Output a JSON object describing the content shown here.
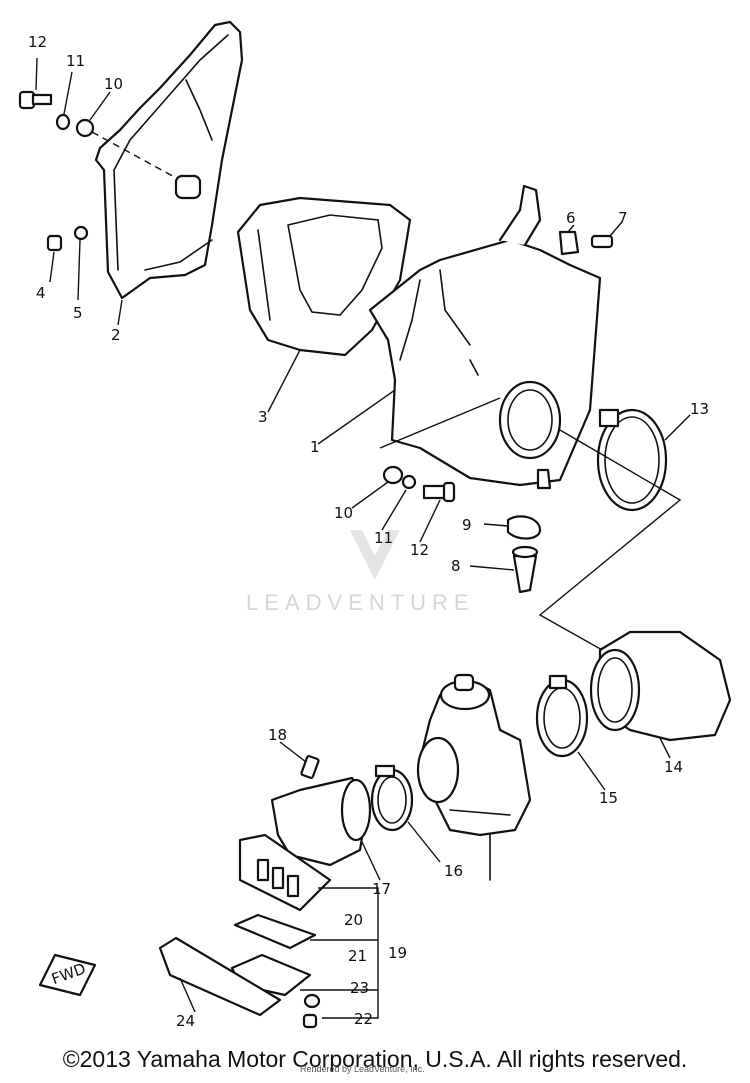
{
  "diagram": {
    "watermark": "LEADVENTURE",
    "callouts": {
      "c1": "1",
      "c2": "2",
      "c3": "3",
      "c4": "4",
      "c5": "5",
      "c6": "6",
      "c7": "7",
      "c8": "8",
      "c9": "9",
      "c10a": "10",
      "c10b": "10",
      "c11a": "11",
      "c11b": "11",
      "c12a": "12",
      "c12b": "12",
      "c13": "13",
      "c14": "14",
      "c15": "15",
      "c16": "16",
      "c17": "17",
      "c18": "18",
      "c19": "19",
      "c20": "20",
      "c21": "21",
      "c22": "22",
      "c23": "23",
      "c24": "24"
    },
    "fwd_badge": "FWD"
  },
  "footer": {
    "copyright": "©2013 Yamaha Motor Corporation, U.S.A. All rights reserved.",
    "credit": "Rendered by LeadVenture, Inc."
  }
}
